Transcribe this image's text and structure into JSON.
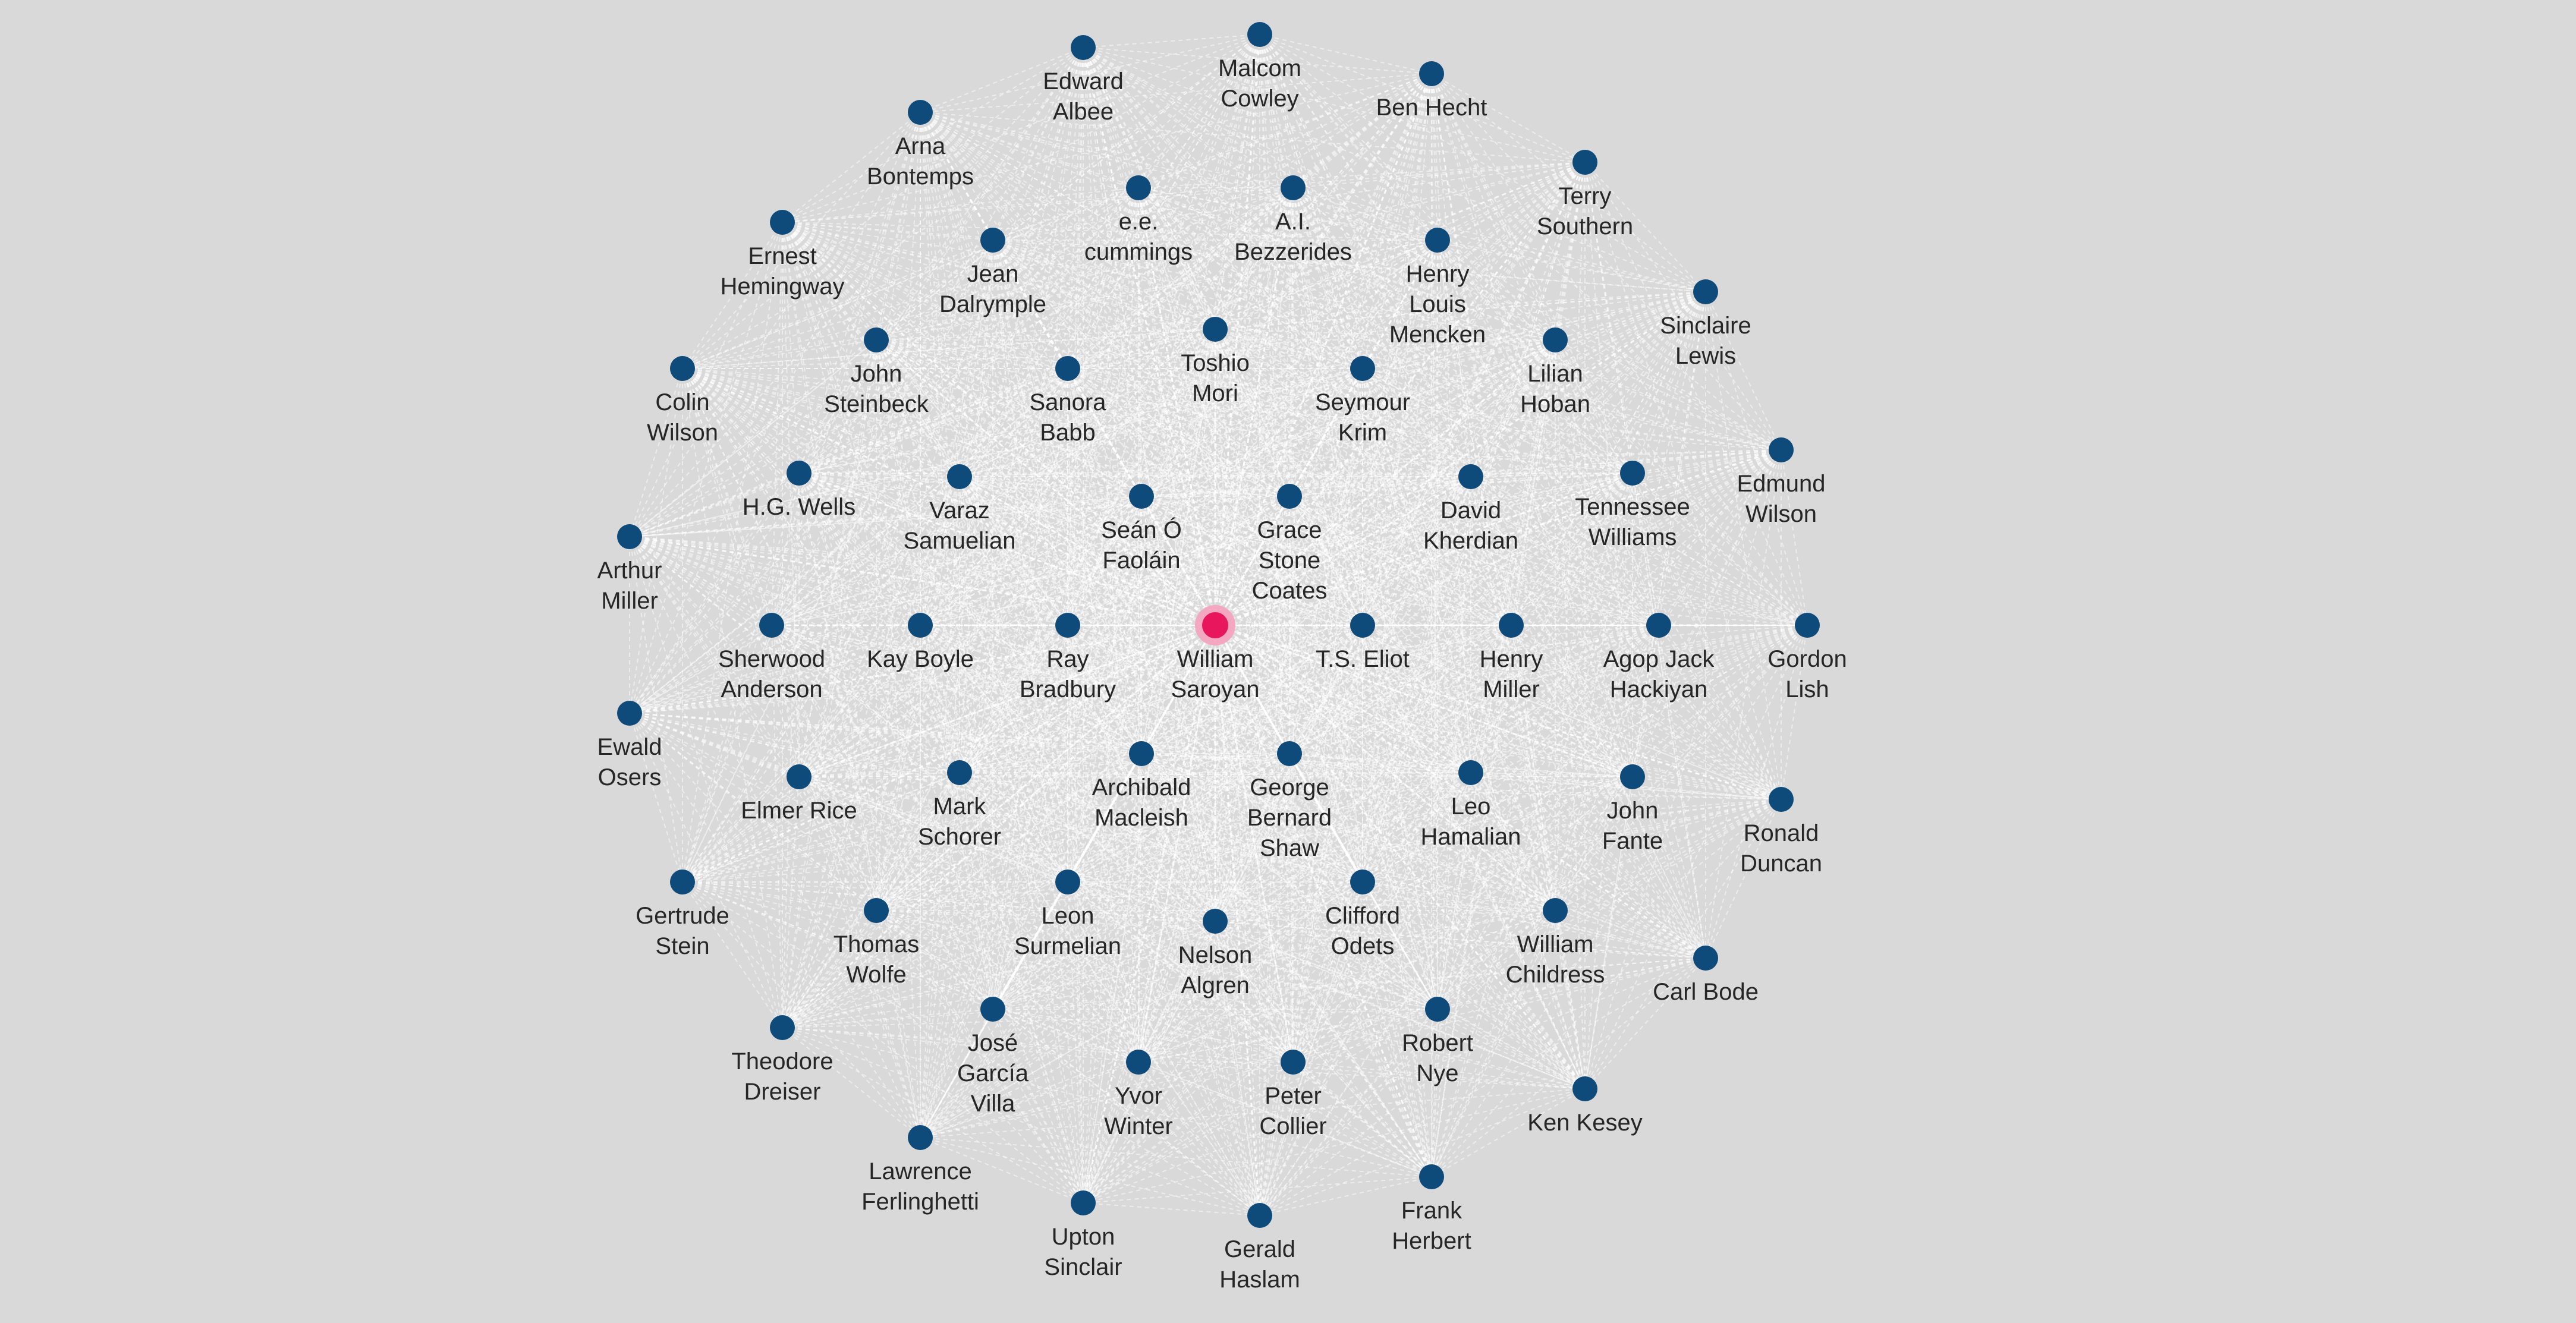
{
  "graph": {
    "center": "william-saroyan",
    "colors": {
      "background": "#d9d9d9",
      "node": "#0e4a7a",
      "center_node": "#e8175d",
      "center_halo": "#f3a7c1",
      "edge": "#ffffff",
      "label": "#262626"
    },
    "nodes": [
      {
        "id": "william-saroyan",
        "lines": [
          "William",
          "Saroyan"
        ],
        "center": true
      },
      {
        "id": "malcom-cowley",
        "lines": [
          "Malcom",
          "Cowley"
        ]
      },
      {
        "id": "edward-albee",
        "lines": [
          "Edward",
          "Albee"
        ]
      },
      {
        "id": "ben-hecht",
        "lines": [
          "Ben Hecht"
        ]
      },
      {
        "id": "arna-bontemps",
        "lines": [
          "Arna",
          "Bontemps"
        ]
      },
      {
        "id": "terry-southern",
        "lines": [
          "Terry",
          "Southern"
        ]
      },
      {
        "id": "ee-cummings",
        "lines": [
          "e.e.",
          "cummings"
        ]
      },
      {
        "id": "ai-bezzerides",
        "lines": [
          "A.I.",
          "Bezzerides"
        ]
      },
      {
        "id": "ernest-hemingway",
        "lines": [
          "Ernest",
          "Hemingway"
        ]
      },
      {
        "id": "jean-dalrymple",
        "lines": [
          "Jean",
          "Dalrymple"
        ]
      },
      {
        "id": "henry-louis-mencken",
        "lines": [
          "Henry",
          "Louis",
          "Mencken"
        ]
      },
      {
        "id": "sinclaire-lewis",
        "lines": [
          "Sinclaire",
          "Lewis"
        ]
      },
      {
        "id": "toshio-mori",
        "lines": [
          "Toshio",
          "Mori"
        ]
      },
      {
        "id": "john-steinbeck",
        "lines": [
          "John",
          "Steinbeck"
        ]
      },
      {
        "id": "lilian-hoban",
        "lines": [
          "Lilian",
          "Hoban"
        ]
      },
      {
        "id": "colin-wilson",
        "lines": [
          "Colin",
          "Wilson"
        ]
      },
      {
        "id": "sanora-babb",
        "lines": [
          "Sanora",
          "Babb"
        ]
      },
      {
        "id": "seymour-krim",
        "lines": [
          "Seymour",
          "Krim"
        ]
      },
      {
        "id": "edmund-wilson",
        "lines": [
          "Edmund",
          "Wilson"
        ]
      },
      {
        "id": "hg-wells",
        "lines": [
          "H.G. Wells"
        ]
      },
      {
        "id": "varaz-samuelian",
        "lines": [
          "Varaz",
          "Samuelian"
        ]
      },
      {
        "id": "david-kherdian",
        "lines": [
          "David",
          "Kherdian"
        ]
      },
      {
        "id": "tennessee-williams",
        "lines": [
          "Tennessee",
          "Williams"
        ]
      },
      {
        "id": "sean-o-faolain",
        "lines": [
          "Seán Ó",
          "Faoláin"
        ]
      },
      {
        "id": "grace-stone-coates",
        "lines": [
          "Grace",
          "Stone",
          "Coates"
        ]
      },
      {
        "id": "arthur-miller",
        "lines": [
          "Arthur",
          "Miller"
        ]
      },
      {
        "id": "sherwood-anderson",
        "lines": [
          "Sherwood",
          "Anderson"
        ]
      },
      {
        "id": "kay-boyle",
        "lines": [
          "Kay Boyle"
        ]
      },
      {
        "id": "ray-bradbury",
        "lines": [
          "Ray",
          "Bradbury"
        ]
      },
      {
        "id": "ts-eliot",
        "lines": [
          "T.S. Eliot"
        ]
      },
      {
        "id": "henry-miller",
        "lines": [
          "Henry",
          "Miller"
        ]
      },
      {
        "id": "agop-jack-hackiyan",
        "lines": [
          "Agop Jack",
          "Hackiyan"
        ]
      },
      {
        "id": "gordon-lish",
        "lines": [
          "Gordon",
          "Lish"
        ]
      },
      {
        "id": "ewald-osers",
        "lines": [
          "Ewald",
          "Osers"
        ]
      },
      {
        "id": "elmer-rice",
        "lines": [
          "Elmer Rice"
        ]
      },
      {
        "id": "mark-schorer",
        "lines": [
          "Mark",
          "Schorer"
        ]
      },
      {
        "id": "archibald-macleish",
        "lines": [
          "Archibald",
          "Macleish"
        ]
      },
      {
        "id": "george-bernard-shaw",
        "lines": [
          "George",
          "Bernard",
          "Shaw"
        ]
      },
      {
        "id": "leo-hamalian",
        "lines": [
          "Leo",
          "Hamalian"
        ]
      },
      {
        "id": "john-fante",
        "lines": [
          "John",
          "Fante"
        ]
      },
      {
        "id": "ronald-duncan",
        "lines": [
          "Ronald",
          "Duncan"
        ]
      },
      {
        "id": "gertrude-stein",
        "lines": [
          "Gertrude",
          "Stein"
        ]
      },
      {
        "id": "thomas-wolfe",
        "lines": [
          "Thomas",
          "Wolfe"
        ]
      },
      {
        "id": "leon-surmelian",
        "lines": [
          "Leon",
          "Surmelian"
        ]
      },
      {
        "id": "nelson-algren",
        "lines": [
          "Nelson",
          "Algren"
        ]
      },
      {
        "id": "clifford-odets",
        "lines": [
          "Clifford",
          "Odets"
        ]
      },
      {
        "id": "william-childress",
        "lines": [
          "William",
          "Childress"
        ]
      },
      {
        "id": "carl-bode",
        "lines": [
          "Carl Bode"
        ]
      },
      {
        "id": "theodore-dreiser",
        "lines": [
          "Theodore",
          "Dreiser"
        ]
      },
      {
        "id": "jose-garcia-villa",
        "lines": [
          "José",
          "García",
          "Villa"
        ]
      },
      {
        "id": "robert-nye",
        "lines": [
          "Robert",
          "Nye"
        ]
      },
      {
        "id": "yvor-winter",
        "lines": [
          "Yvor",
          "Winter"
        ]
      },
      {
        "id": "peter-collier",
        "lines": [
          "Peter",
          "Collier"
        ]
      },
      {
        "id": "ken-kesey",
        "lines": [
          "Ken Kesey"
        ]
      },
      {
        "id": "lawrence-ferlinghetti",
        "lines": [
          "Lawrence",
          "Ferlinghetti"
        ]
      },
      {
        "id": "frank-herbert",
        "lines": [
          "Frank",
          "Herbert"
        ]
      },
      {
        "id": "upton-sinclair",
        "lines": [
          "Upton",
          "Sinclair"
        ]
      },
      {
        "id": "gerald-haslam",
        "lines": [
          "Gerald",
          "Haslam"
        ]
      }
    ]
  }
}
